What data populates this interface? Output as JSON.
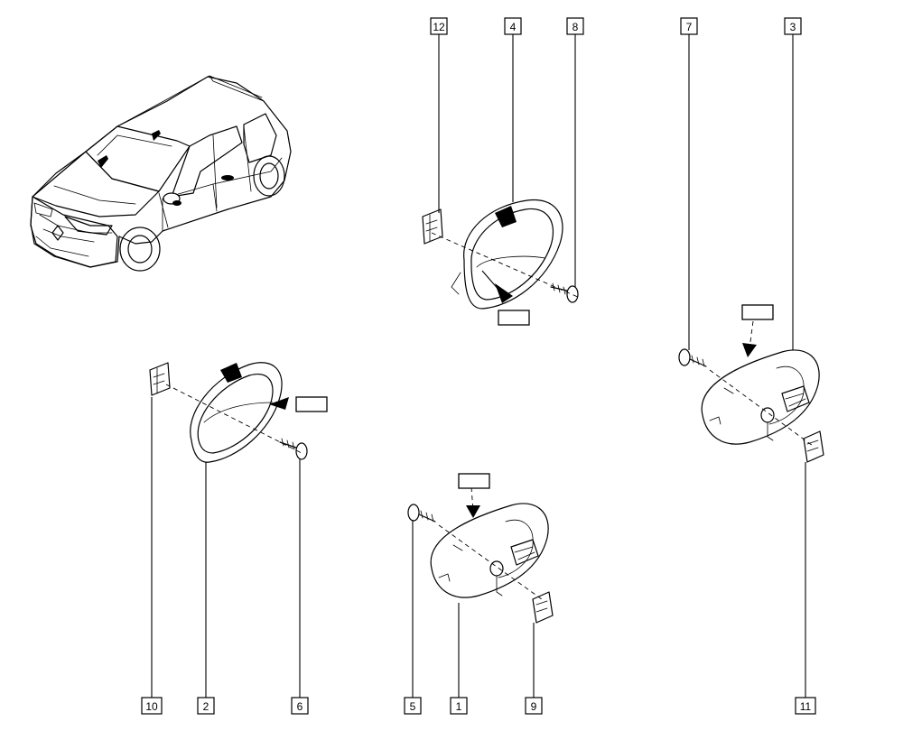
{
  "diagram": {
    "callouts": [
      "12",
      "4",
      "8",
      "7",
      "3",
      "10",
      "2",
      "6",
      "5",
      "1",
      "9",
      "11"
    ],
    "reference_boxes": [
      "",
      "",
      "",
      ""
    ]
  },
  "colors": {
    "ink": "#000000",
    "paper": "#ffffff"
  }
}
